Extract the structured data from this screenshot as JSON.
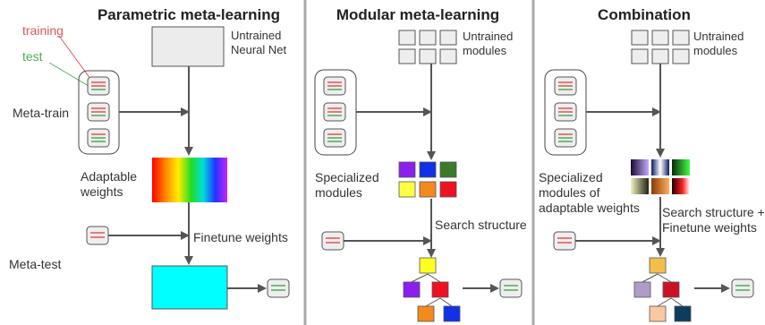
{
  "legend": {
    "training": "training",
    "test": "test",
    "training_color": "#e05555",
    "test_color": "#4caf50"
  },
  "panels": {
    "parametric": {
      "title": "Parametric meta-learning",
      "untrained_line1": "Untrained",
      "untrained_line2": "Neural Net",
      "adaptable_line1": "Adaptable",
      "adaptable_line2": "weights",
      "finetune": "Finetune weights",
      "meta_train": "Meta-train",
      "meta_test": "Meta-test"
    },
    "modular": {
      "title": "Modular meta-learning",
      "untrained_line1": "Untrained",
      "untrained_line2": "modules",
      "specialized_line1": "Specialized",
      "specialized_line2": "modules",
      "search": "Search structure",
      "module_colors": [
        "#8b1ff0",
        "#1130e8",
        "#3a7a2a",
        "#ffff44",
        "#f48a1c",
        "#ee1122"
      ],
      "tree_colors": [
        "#ffff22",
        "#8b1ff0",
        "#ee1122",
        "#f48a1c",
        "#1130e8"
      ]
    },
    "combination": {
      "title": "Combination",
      "untrained_line1": "Untrained",
      "untrained_line2": "modules",
      "specialized_line1": "Specialized",
      "specialized_line2": "modules of",
      "specialized_line3": "adaptable weights",
      "search_line1": "Search structure +",
      "search_line2": "Finetune weights",
      "tree_colors": [
        "#f2c04a",
        "#b09cc8",
        "#cc1122",
        "#f9c7a0",
        "#0d3d5c"
      ]
    }
  }
}
